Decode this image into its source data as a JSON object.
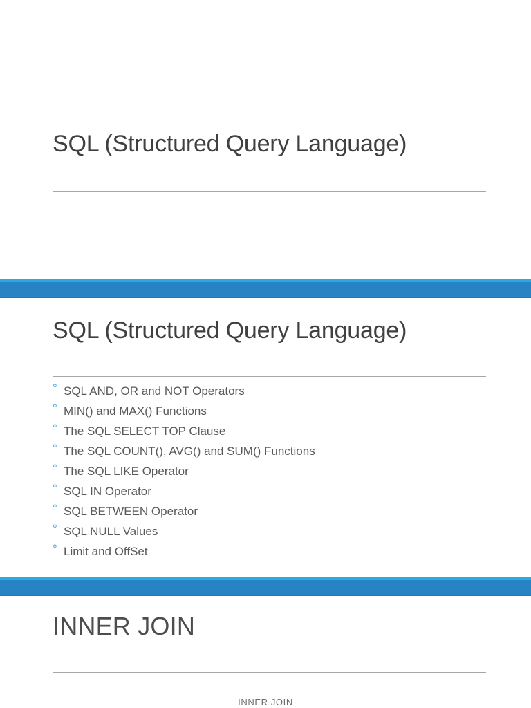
{
  "document": {
    "background_color": "#ffffff",
    "accent_color": "#2783c4",
    "accent_highlight_color": "#29abe2",
    "bullet_marker_color": "#4aa8dd",
    "title_color": "#404040",
    "body_text_color": "#595959",
    "rule_color": "#a6a6a6"
  },
  "slides": [
    {
      "id": "slide-1",
      "title": "SQL (Structured Query Language)"
    },
    {
      "id": "slide-2",
      "title": "SQL (Structured Query Language)",
      "bullet_marker": "°",
      "bullets": [
        "SQL AND, OR and NOT Operators",
        "MIN() and MAX() Functions",
        "The SQL SELECT TOP Clause",
        "The SQL COUNT(), AVG() and SUM() Functions",
        "The SQL LIKE Operator",
        "SQL IN Operator",
        "SQL BETWEEN Operator",
        "SQL NULL Values",
        "Limit and OffSet"
      ]
    },
    {
      "id": "slide-3",
      "title": "INNER JOIN",
      "subtext": "INNER JOIN"
    }
  ]
}
